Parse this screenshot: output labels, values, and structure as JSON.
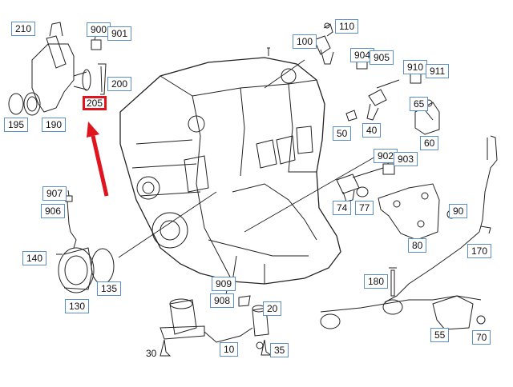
{
  "labels": [
    {
      "id": "210",
      "text": "210"
    },
    {
      "id": "900",
      "text": "900"
    },
    {
      "id": "901",
      "text": "901"
    },
    {
      "id": "200",
      "text": "200"
    },
    {
      "id": "205",
      "text": "205",
      "highlighted": true
    },
    {
      "id": "195",
      "text": "195"
    },
    {
      "id": "190",
      "text": "190"
    },
    {
      "id": "907",
      "text": "907"
    },
    {
      "id": "906",
      "text": "906"
    },
    {
      "id": "140",
      "text": "140"
    },
    {
      "id": "135",
      "text": "135"
    },
    {
      "id": "130",
      "text": "130"
    },
    {
      "id": "110",
      "text": "110"
    },
    {
      "id": "100",
      "text": "100"
    },
    {
      "id": "904",
      "text": "904"
    },
    {
      "id": "905",
      "text": "905"
    },
    {
      "id": "910",
      "text": "910"
    },
    {
      "id": "911",
      "text": "911"
    },
    {
      "id": "65",
      "text": "65"
    },
    {
      "id": "50",
      "text": "50"
    },
    {
      "id": "40",
      "text": "40"
    },
    {
      "id": "60",
      "text": "60"
    },
    {
      "id": "902",
      "text": "902"
    },
    {
      "id": "903",
      "text": "903"
    },
    {
      "id": "74",
      "text": "74"
    },
    {
      "id": "77",
      "text": "77"
    },
    {
      "id": "90",
      "text": "90"
    },
    {
      "id": "80",
      "text": "80"
    },
    {
      "id": "170",
      "text": "170"
    },
    {
      "id": "180",
      "text": "180"
    },
    {
      "id": "909",
      "text": "909"
    },
    {
      "id": "908",
      "text": "908"
    },
    {
      "id": "20",
      "text": "20"
    },
    {
      "id": "55",
      "text": "55"
    },
    {
      "id": "70",
      "text": "70"
    },
    {
      "id": "10",
      "text": "10"
    },
    {
      "id": "35",
      "text": "35"
    },
    {
      "id": "30",
      "text": "30"
    }
  ],
  "highlight_color": "#e0141e",
  "label_border_color": "#5b8fc7"
}
